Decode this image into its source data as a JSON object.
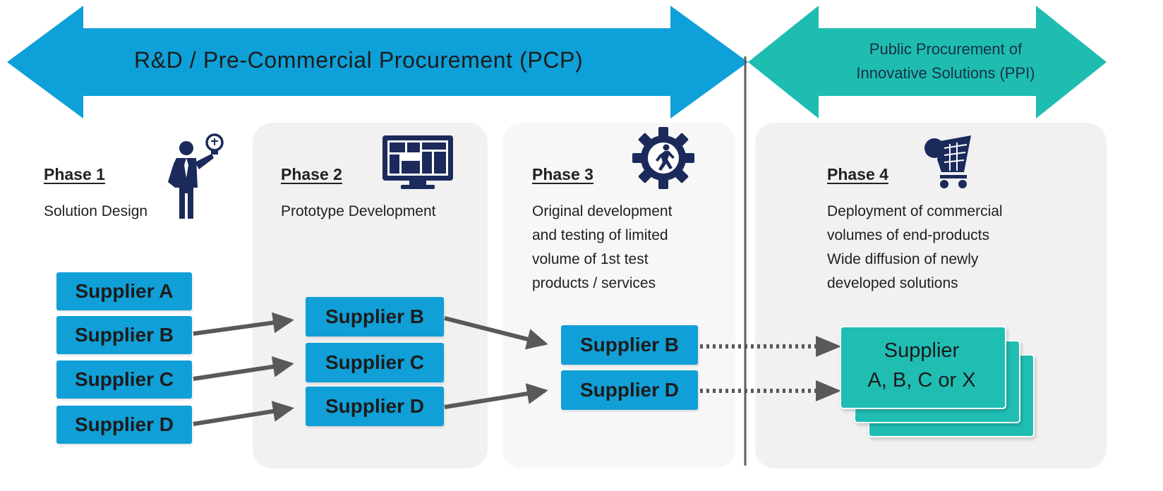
{
  "banners": {
    "pcp": {
      "label": "R&D / Pre-Commercial Procurement (PCP)",
      "color": "#0ea0d8"
    },
    "ppi": {
      "line1": "Public Procurement of",
      "line2": "Innovative Solutions (PPI)",
      "color": "#1fbcb2"
    }
  },
  "phases": [
    {
      "title": "Phase 1",
      "lines": [
        "Solution Design"
      ],
      "icon": "person-lightbulb-icon"
    },
    {
      "title": "Phase 2",
      "lines": [
        "Prototype Development"
      ],
      "icon": "monitor-dashboard-icon"
    },
    {
      "title": "Phase 3",
      "lines": [
        "Original development",
        "and testing of limited",
        "volume of 1st test",
        "products / services"
      ],
      "icon": "gear-running-person-icon"
    },
    {
      "title": "Phase 4",
      "lines": [
        "Deployment of commercial",
        "volumes of end-products",
        "Wide diffusion of newly",
        "developed solutions"
      ],
      "icon": "shopping-cart-icon"
    }
  ],
  "suppliers": {
    "phase1": [
      "Supplier A",
      "Supplier B",
      "Supplier C",
      "Supplier D"
    ],
    "phase2": [
      "Supplier B",
      "Supplier C",
      "Supplier D"
    ],
    "phase3": [
      "Supplier B",
      "Supplier D"
    ],
    "phase4": {
      "line1": "Supplier",
      "line2": "A, B, C or X"
    }
  },
  "colors": {
    "supplier_box": "#119fd7",
    "ppi_box": "#20bdb3",
    "icon_navy": "#1b2a5a",
    "arrow_gray": "#595959",
    "phase_panel": "#f1f1f1"
  }
}
